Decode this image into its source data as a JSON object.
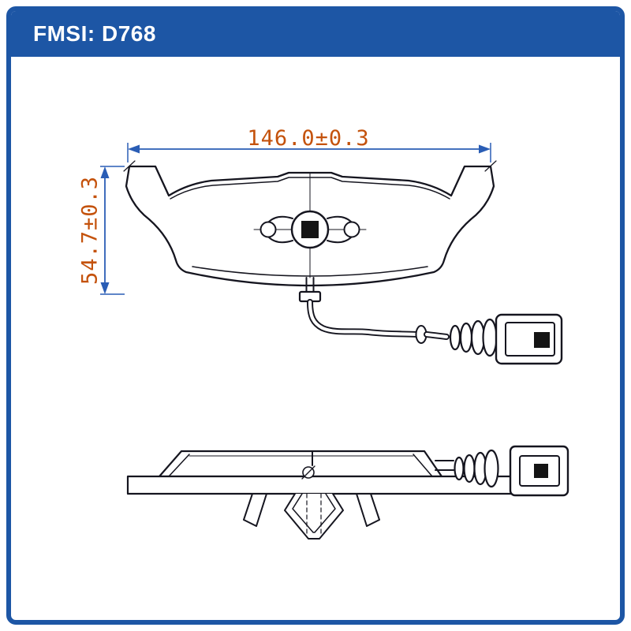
{
  "header": {
    "title": "FMSI: D768"
  },
  "drawing": {
    "width_dim": "146.0±0.3",
    "height_dim": "54.7±0.3"
  },
  "colors": {
    "frame_blue": "#1d56a5",
    "dimension_blue": "#2a5db5",
    "dimension_text_orange": "#c4520c",
    "line_dark": "#15151f"
  }
}
